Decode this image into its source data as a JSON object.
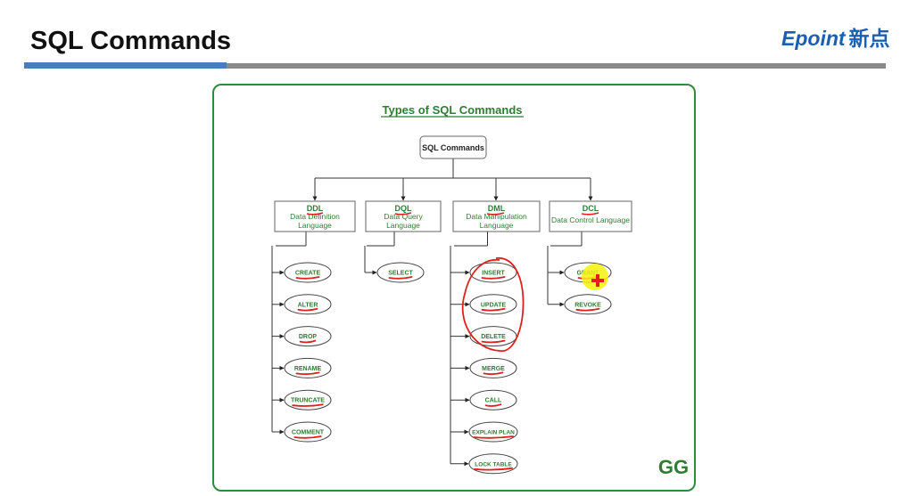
{
  "slide": {
    "title": "SQL Commands",
    "logo_text": "Epoint",
    "logo_cn": "新点"
  },
  "diagram": {
    "title": "Types of SQL Commands",
    "root": "SQL Commands",
    "categories": [
      {
        "abbr": "DDL",
        "name_lines": [
          "Data Definition",
          "Language"
        ],
        "commands": [
          "CREATE",
          "ALTER",
          "DROP",
          "RENAME",
          "TRUNCATE",
          "COMMENT"
        ]
      },
      {
        "abbr": "DQL",
        "name_lines": [
          "Data Query",
          "Language"
        ],
        "commands": [
          "SELECT"
        ]
      },
      {
        "abbr": "DML",
        "name_lines": [
          "Data Manipulation",
          "Language"
        ],
        "commands": [
          "INSERT",
          "UPDATE",
          "DELETE",
          "MERGE",
          "CALL",
          "EXPLAIN PLAN",
          "LOCK TABLE"
        ]
      },
      {
        "abbr": "DCL",
        "name_lines": [
          "Data Control Language"
        ],
        "commands": [
          "GRANT",
          "REVOKE"
        ]
      }
    ],
    "watermark": "GG",
    "colors": {
      "green": "#2e7d32",
      "card_border": "#2e8b3e",
      "annotation_red": "#e0201b",
      "highlight_yellow": "#f5f20a"
    }
  }
}
